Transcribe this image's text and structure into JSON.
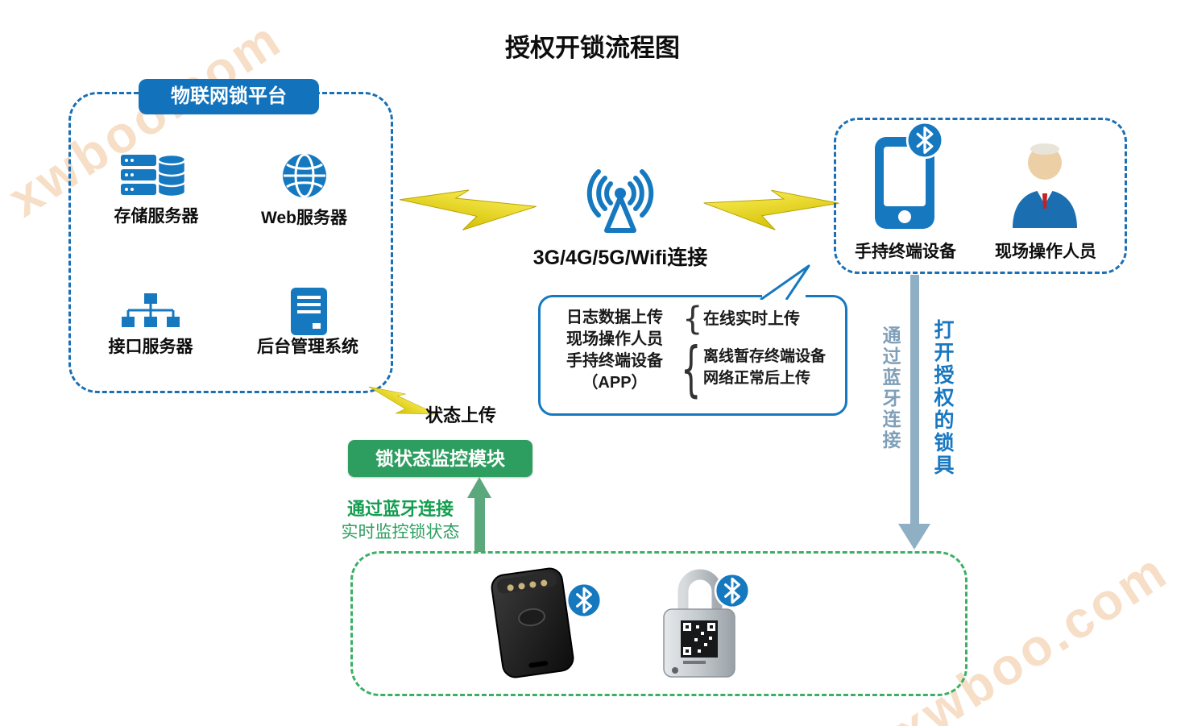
{
  "title": "授权开锁流程图",
  "watermark": {
    "text": "xwboo.com"
  },
  "platform": {
    "label": "物联网锁平台",
    "items": [
      {
        "label": "存储服务器",
        "icon": "storage-server-icon"
      },
      {
        "label": "Web服务器",
        "icon": "web-server-icon"
      },
      {
        "label": "接口服务器",
        "icon": "interface-server-icon"
      },
      {
        "label": "后台管理系统",
        "icon": "admin-system-icon"
      }
    ]
  },
  "network": {
    "label": "3G/4G/5G/Wifi连接",
    "icon": "radio-tower-icon"
  },
  "terminal": {
    "device_label": "手持终端设备",
    "operator_label": "现场操作人员",
    "device_icon": "smartphone-bluetooth-icon",
    "operator_icon": "person-icon"
  },
  "callout": {
    "left_lines": [
      "日志数据上传",
      "现场操作人员",
      "手持终端设备",
      "（APP）"
    ],
    "brace": "{",
    "online_line": "在线实时上传",
    "offline_lines": [
      "离线暂存终端设备",
      "网络正常后上传"
    ]
  },
  "flow": {
    "via_label": "通过蓝牙连接",
    "action_label": "打开授权的锁具"
  },
  "status_upload_label": "状态上传",
  "monitor": {
    "module_label": "锁状态监控模块",
    "note_line1": "通过蓝牙连接",
    "note_line2": "实时监控锁状态"
  },
  "locks": {
    "tracker_icon": "gps-tracker-lock-image",
    "padlock_icon": "qr-padlock-image",
    "bluetooth_icon": "bluetooth-icon"
  },
  "colors": {
    "blue": "#1679c0",
    "green": "#2e9e60",
    "yellow": "#e8d200",
    "arrow_gray": "#8fafc4"
  }
}
